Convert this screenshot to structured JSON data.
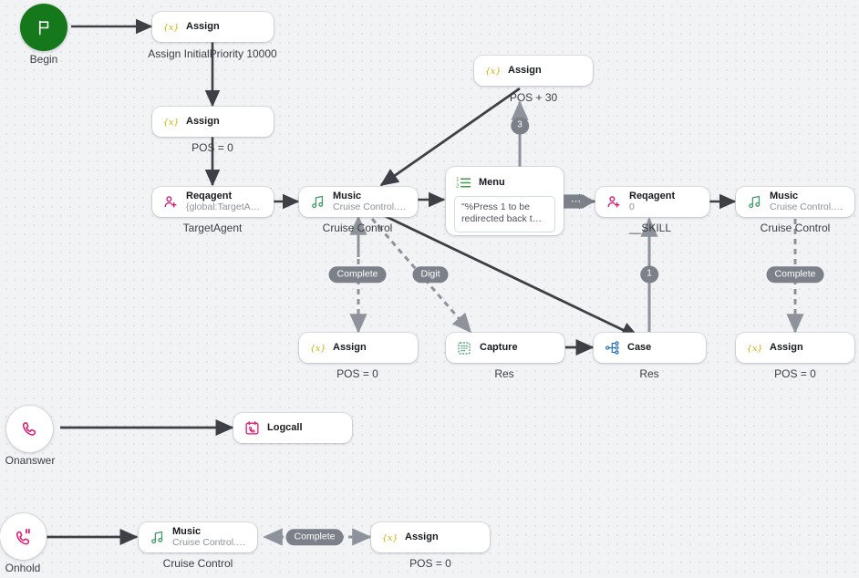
{
  "canvas": {
    "background": "#f2f3f5",
    "grid_dot_color": "#e0e2e6"
  },
  "palette": {
    "begin_green": "#15781b",
    "assign_yellow": "#c9b100",
    "music_green": "#3f9a6a",
    "menu_green": "#3f9a4a",
    "capture_green": "#3f9a6a",
    "case_blue": "#1f6fb5",
    "agent_pink": "#e2156a",
    "phone_pink": "#e2156a",
    "edge_dark": "#3d4045",
    "edge_gray": "#8e939b",
    "chip_gray": "#7b8089"
  },
  "nodes": [
    {
      "id": "begin",
      "kind": "circle",
      "icon": "flag-icon",
      "caption": "Begin"
    },
    {
      "id": "assign1",
      "kind": "box",
      "icon": "assign-icon",
      "title": "Assign",
      "sub": "",
      "caption": "Assign InitialPriority 10000"
    },
    {
      "id": "assign2",
      "kind": "box",
      "icon": "assign-icon",
      "title": "Assign",
      "sub": "",
      "caption": "POS = 0"
    },
    {
      "id": "reqagent1",
      "kind": "box",
      "icon": "request-agent-icon",
      "title": "Reqagent",
      "sub": "{global:TargetAgent}",
      "caption": "TargetAgent"
    },
    {
      "id": "music1",
      "kind": "box",
      "icon": "music-icon",
      "title": "Music",
      "sub": "Cruise Control.wav",
      "caption": "Cruise Control"
    },
    {
      "id": "assign_top",
      "kind": "box",
      "icon": "assign-icon",
      "title": "Assign",
      "sub": "",
      "caption": "POS + 30"
    },
    {
      "id": "menu",
      "kind": "menu",
      "icon": "menu-icon",
      "title": "Menu",
      "prompt": "\"%Press 1 to be\nredirected back t…",
      "caption": ""
    },
    {
      "id": "reqagent2",
      "kind": "box",
      "icon": "request-agent-icon",
      "title": "Reqagent",
      "sub": "0",
      "caption": "__SKILL"
    },
    {
      "id": "music2",
      "kind": "box",
      "icon": "music-icon",
      "title": "Music",
      "sub": "Cruise Control.wav",
      "caption": "Cruise Control"
    },
    {
      "id": "assign3",
      "kind": "box",
      "icon": "assign-icon",
      "title": "Assign",
      "sub": "",
      "caption": "POS = 0"
    },
    {
      "id": "capture",
      "kind": "box",
      "icon": "capture-icon",
      "title": "Capture",
      "sub": "",
      "caption": "Res"
    },
    {
      "id": "case",
      "kind": "box",
      "icon": "case-icon",
      "title": "Case",
      "sub": "",
      "caption": "Res"
    },
    {
      "id": "assign4",
      "kind": "box",
      "icon": "assign-icon",
      "title": "Assign",
      "sub": "",
      "caption": "POS = 0"
    },
    {
      "id": "onanswer",
      "kind": "circle",
      "icon": "phone-icon",
      "caption": "Onanswer"
    },
    {
      "id": "logcall",
      "kind": "box",
      "icon": "logcall-icon",
      "title": "Logcall",
      "sub": "",
      "caption": ""
    },
    {
      "id": "onhold",
      "kind": "circle",
      "icon": "phone-hold-icon",
      "caption": "Onhold"
    },
    {
      "id": "music3",
      "kind": "box",
      "icon": "music-icon",
      "title": "Music",
      "sub": "Cruise Control.wav",
      "caption": "Cruise Control"
    },
    {
      "id": "assign5",
      "kind": "box",
      "icon": "assign-icon",
      "title": "Assign",
      "sub": "",
      "caption": "POS = 0"
    }
  ],
  "edge_chips": [
    {
      "id": "chip-complete-1",
      "label": "Complete",
      "shape": "pill"
    },
    {
      "id": "chip-digit",
      "label": "Digit",
      "shape": "pill"
    },
    {
      "id": "chip-complete-2",
      "label": "Complete",
      "shape": "pill"
    },
    {
      "id": "chip-complete-3",
      "label": "Complete",
      "shape": "pill"
    },
    {
      "id": "chip-three",
      "label": "3",
      "shape": "ellipse"
    },
    {
      "id": "chip-one",
      "label": "1",
      "shape": "ellipse"
    },
    {
      "id": "chip-more",
      "label": "⋯",
      "shape": "arrow"
    }
  ],
  "labels": {
    "begin": "Begin",
    "assign_initial_priority": "Assign InitialPriority 10000",
    "pos_zero": "POS = 0",
    "target_agent": "TargetAgent",
    "cruise_control": "Cruise Control",
    "pos_plus_30": "POS + 30",
    "skill": "__SKILL",
    "res": "Res",
    "onanswer": "Onanswer",
    "onhold": "Onhold",
    "assign": "Assign",
    "music": "Music",
    "menu": "Menu",
    "capture": "Capture",
    "case": "Case",
    "logcall": "Logcall",
    "reqagent": "Reqagent",
    "cruise_wav": "Cruise Control.wav",
    "global_target_agent": "{global:TargetAgent}",
    "zero": "0",
    "menu_prompt": "\"%Press 1 to be\nredirected back t…",
    "complete": "Complete",
    "digit": "Digit",
    "three": "3",
    "one": "1",
    "more": "⋯"
  }
}
